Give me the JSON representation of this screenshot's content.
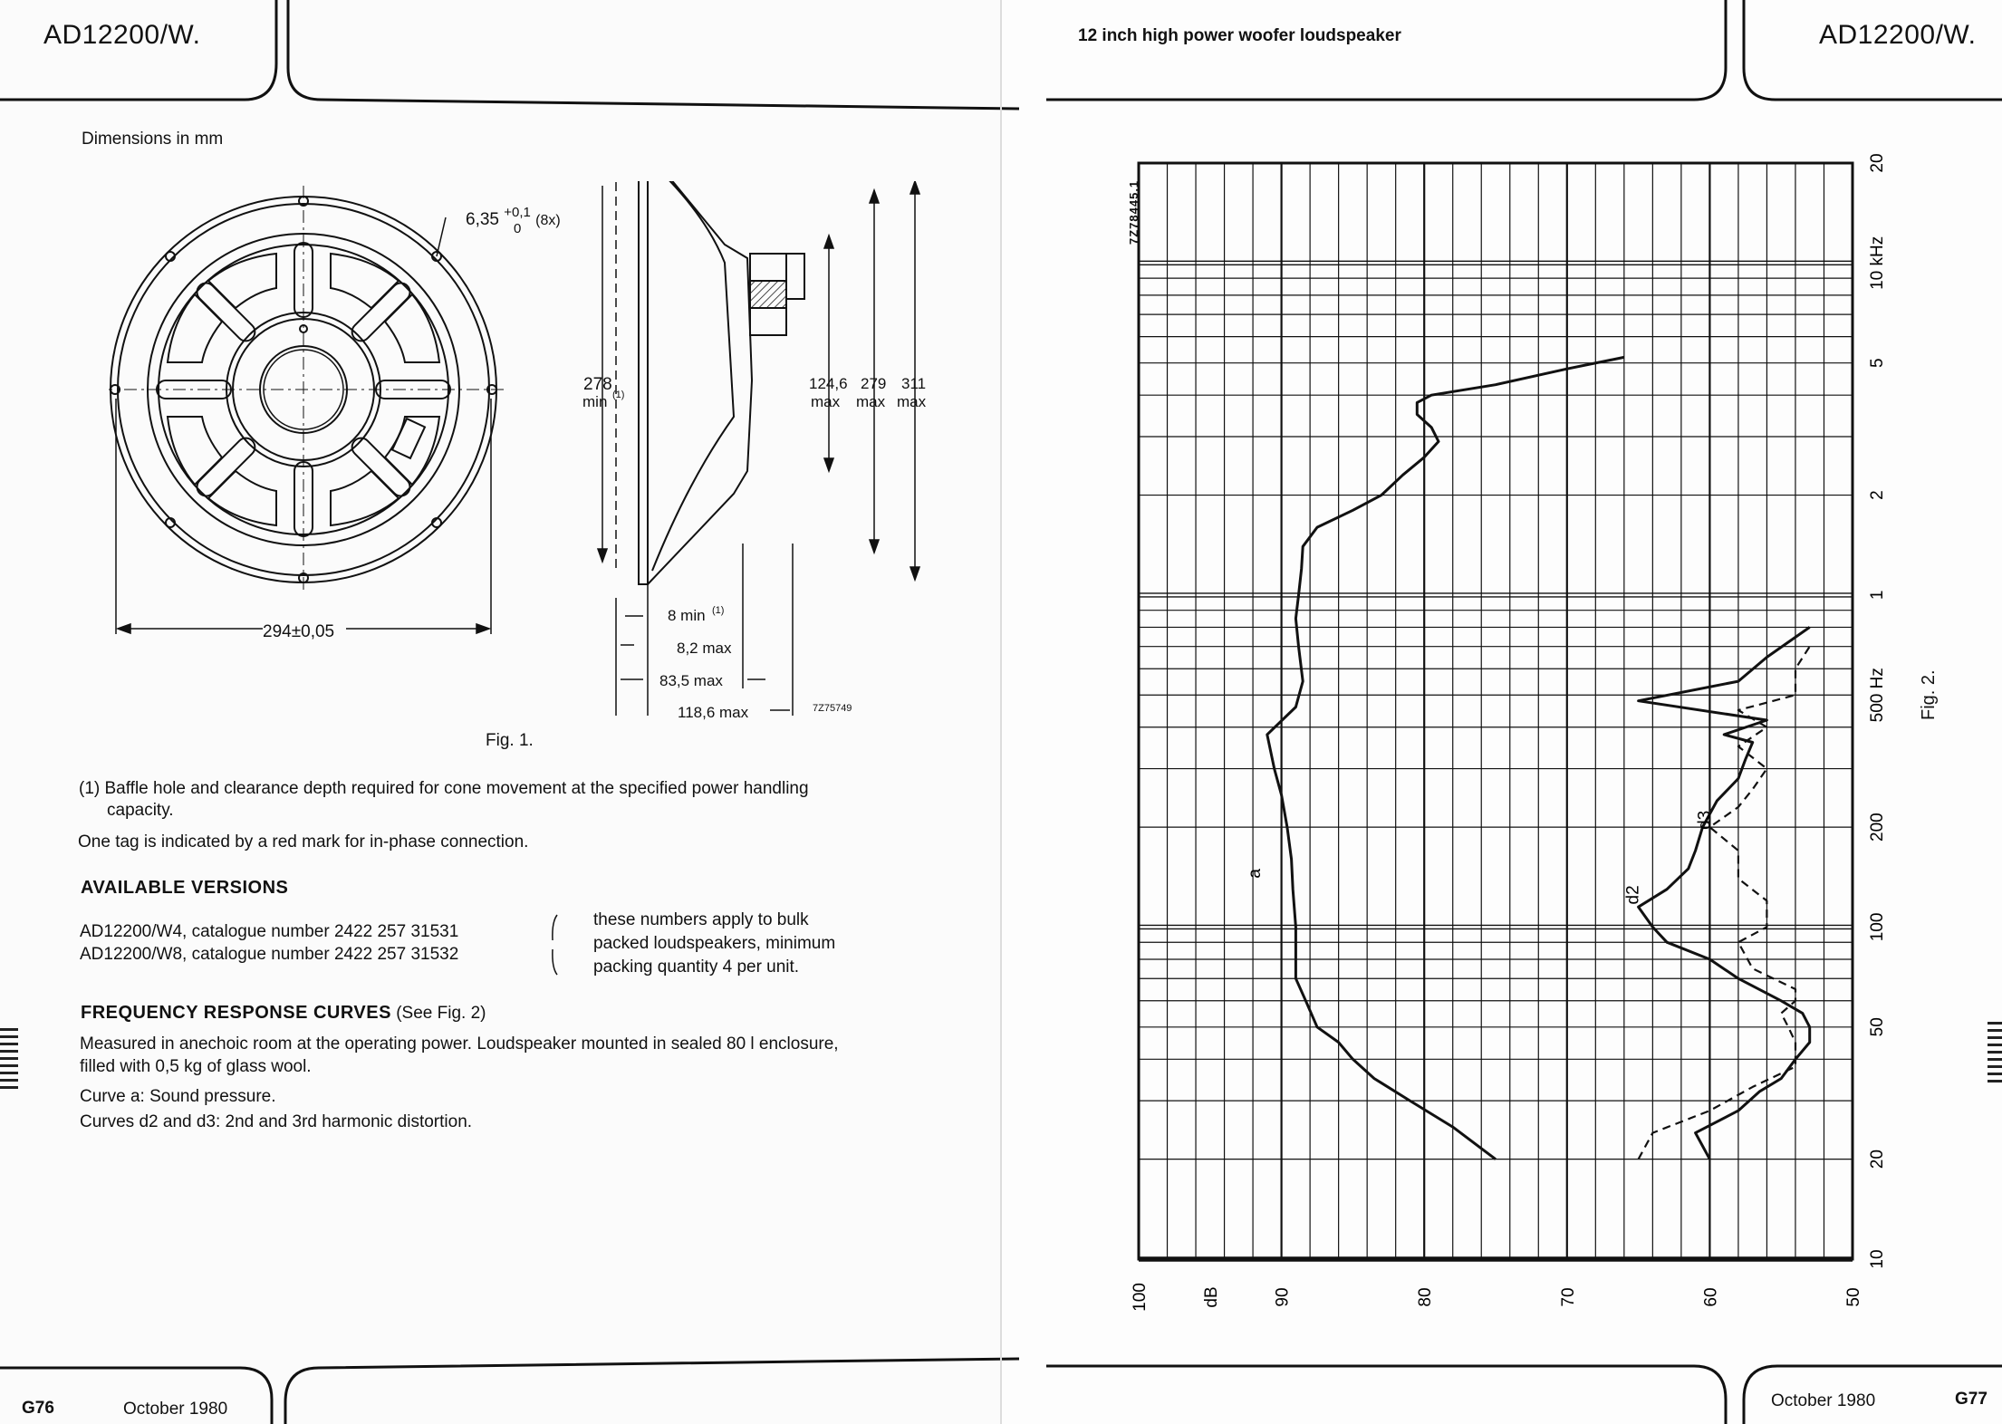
{
  "left_page": {
    "header": {
      "model": "AD12200/W."
    },
    "dimensions_title": "Dimensions in mm",
    "fig1": {
      "hole_tol_main": "6,35",
      "hole_tol_plus": "+0,1",
      "hole_tol_zero": "0",
      "hole_count": "(8x)",
      "diameter": "294±0,05",
      "d278": "278",
      "d278_note": "(1)",
      "d278_min": "min",
      "d124": "124,6",
      "d279": "279",
      "d311": "311",
      "max": "max",
      "d8": "8 min",
      "d8_note": "(1)",
      "d82": "8,2 max",
      "d835": "83,5 max",
      "d1186": "118,6 max",
      "code": "7Z75749",
      "caption": "Fig. 1."
    },
    "note1_line1": "(1)  Baffle hole and clearance depth required for cone movement at the specified power handling",
    "note1_line2": "capacity.",
    "tag_note": "One tag is indicated by a red mark for in-phase connection.",
    "versions_title": "AVAILABLE VERSIONS",
    "versions": [
      "AD12200/W4, catalogue number 2422 257 31531",
      "AD12200/W8, catalogue number 2422 257 31532"
    ],
    "bulk_note": [
      "these numbers apply to bulk",
      "packed loudspeakers, minimum",
      "packing quantity 4 per unit."
    ],
    "freq_title": "FREQUENCY RESPONSE CURVES",
    "freq_title_ref": " (See Fig. 2)",
    "freq_text": [
      "Measured in anechoic room at the operating power. Loudspeaker mounted in sealed 80 l enclosure,",
      "filled with 0,5 kg of glass wool.",
      "Curve a: Sound pressure.",
      "Curves d2 and d3: 2nd and 3rd harmonic distortion."
    ],
    "footer": {
      "page": "G76",
      "date": "October 1980"
    }
  },
  "right_page": {
    "header": {
      "title": "12 inch high power woofer loudspeaker",
      "model": "AD12200/W."
    },
    "footer": {
      "date": "October 1980",
      "page": "G77"
    },
    "fig_caption": "Fig. 2.",
    "chart_code": "7Z78445.1"
  },
  "chart_data": {
    "type": "line",
    "xlabel": "",
    "ylabel": "dB",
    "x_scale": "log",
    "x_ticks": [
      "10",
      "20",
      "50",
      "100",
      "200",
      "500 Hz",
      "1",
      "2",
      "5",
      "10 kHz",
      "20"
    ],
    "y_ticks": [
      "100",
      "90",
      "80",
      "70",
      "60",
      "50"
    ],
    "xlim_hz": [
      10,
      20000
    ],
    "ylim_db": [
      50,
      100
    ],
    "grid": true,
    "series": [
      {
        "name": "a",
        "style": "solid",
        "points": [
          [
            20,
            75
          ],
          [
            25,
            78
          ],
          [
            30,
            81
          ],
          [
            35,
            83.5
          ],
          [
            40,
            85
          ],
          [
            45,
            86
          ],
          [
            50,
            87.5
          ],
          [
            60,
            88.3
          ],
          [
            70,
            89
          ],
          [
            80,
            89
          ],
          [
            100,
            89
          ],
          [
            130,
            89.2
          ],
          [
            160,
            89.3
          ],
          [
            200,
            89.6
          ],
          [
            250,
            90
          ],
          [
            300,
            90.5
          ],
          [
            380,
            91
          ],
          [
            460,
            89
          ],
          [
            550,
            88.5
          ],
          [
            700,
            88.8
          ],
          [
            850,
            89
          ],
          [
            1000,
            88.8
          ],
          [
            1200,
            88.6
          ],
          [
            1400,
            88.5
          ],
          [
            1600,
            87.5
          ],
          [
            1800,
            85
          ],
          [
            2000,
            83
          ],
          [
            2300,
            81.5
          ],
          [
            2600,
            80
          ],
          [
            2900,
            79
          ],
          [
            3200,
            79.5
          ],
          [
            3500,
            80.5
          ],
          [
            3800,
            80.5
          ],
          [
            4000,
            79.5
          ],
          [
            4300,
            75
          ],
          [
            4800,
            70
          ],
          [
            5200,
            66
          ]
        ]
      },
      {
        "name": "d2",
        "style": "solid",
        "points": [
          [
            20,
            60
          ],
          [
            24,
            61
          ],
          [
            28,
            58
          ],
          [
            32,
            56.5
          ],
          [
            35,
            55
          ],
          [
            40,
            54
          ],
          [
            45,
            53
          ],
          [
            50,
            53
          ],
          [
            55,
            53.5
          ],
          [
            60,
            55
          ],
          [
            70,
            58
          ],
          [
            80,
            60
          ],
          [
            90,
            63
          ],
          [
            100,
            64
          ],
          [
            115,
            65
          ],
          [
            130,
            63
          ],
          [
            150,
            61.5
          ],
          [
            170,
            61
          ],
          [
            200,
            60.5
          ],
          [
            240,
            59.5
          ],
          [
            280,
            58
          ],
          [
            320,
            57.5
          ],
          [
            360,
            57
          ],
          [
            380,
            59
          ],
          [
            420,
            56
          ],
          [
            480,
            65
          ],
          [
            550,
            58
          ],
          [
            650,
            56
          ],
          [
            800,
            53
          ]
        ]
      },
      {
        "name": "d3",
        "style": "dashed",
        "points": [
          [
            20,
            65
          ],
          [
            24,
            64
          ],
          [
            28,
            60
          ],
          [
            33,
            57
          ],
          [
            38,
            54
          ],
          [
            45,
            54
          ],
          [
            50,
            54.5
          ],
          [
            55,
            55
          ],
          [
            60,
            54
          ],
          [
            65,
            54
          ],
          [
            75,
            57
          ],
          [
            90,
            58
          ],
          [
            100,
            56
          ],
          [
            120,
            56
          ],
          [
            140,
            58
          ],
          [
            170,
            58
          ],
          [
            200,
            60
          ],
          [
            230,
            58
          ],
          [
            260,
            57
          ],
          [
            300,
            56
          ],
          [
            350,
            58
          ],
          [
            400,
            56
          ],
          [
            450,
            58
          ],
          [
            500,
            54
          ],
          [
            600,
            54
          ],
          [
            700,
            53
          ]
        ]
      }
    ]
  }
}
